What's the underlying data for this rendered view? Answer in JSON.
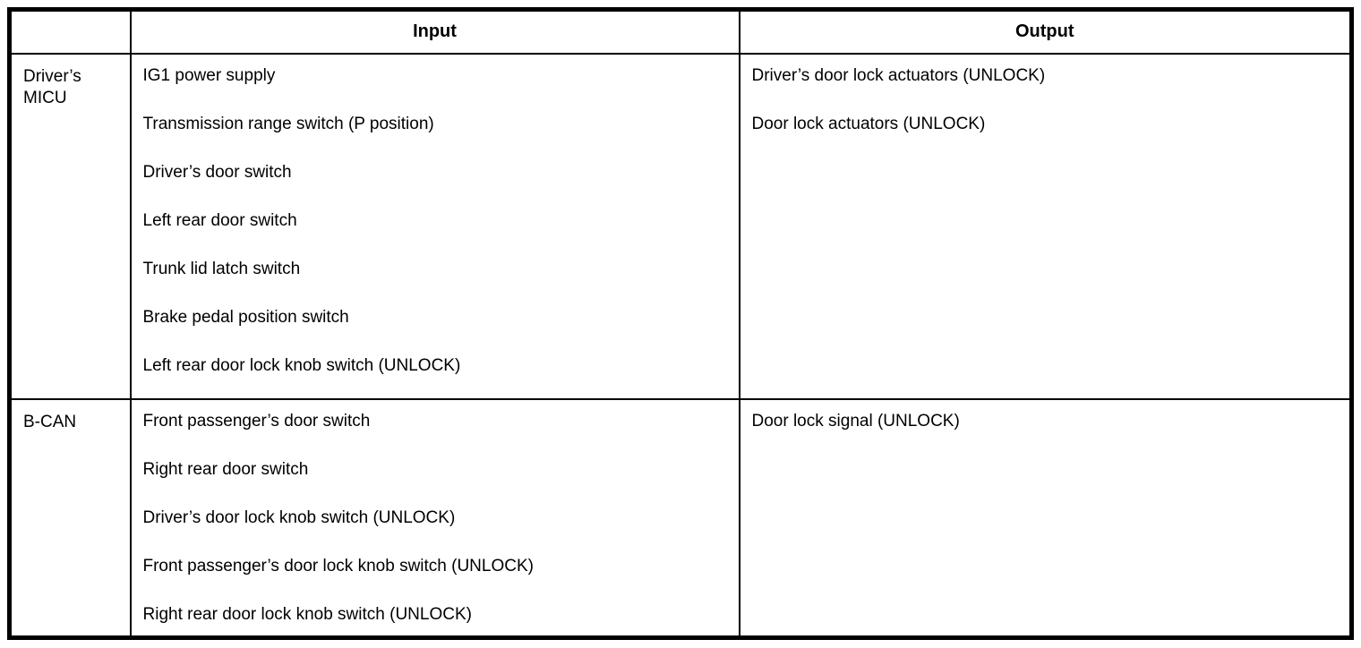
{
  "table": {
    "headers": {
      "corner": "",
      "input": "Input",
      "output": "Output"
    },
    "rows": [
      {
        "source": "Driver’s MICU",
        "inputs": [
          "IG1 power supply",
          "Transmission range switch (P position)",
          "Driver’s door switch",
          "Left rear door switch",
          "Trunk lid latch switch",
          "Brake pedal position switch",
          "Left rear door lock knob switch (UNLOCK)"
        ],
        "outputs": [
          "Driver’s door lock actuators (UNLOCK)",
          "Door lock actuators (UNLOCK)"
        ]
      },
      {
        "source": "B-CAN",
        "inputs": [
          "Front passenger’s door switch",
          "Right rear door switch",
          "Driver’s door lock knob switch (UNLOCK)",
          "Front passenger’s door lock knob switch (UNLOCK)",
          "Right rear door lock knob switch (UNLOCK)"
        ],
        "outputs": [
          "Door lock signal (UNLOCK)"
        ]
      }
    ]
  }
}
